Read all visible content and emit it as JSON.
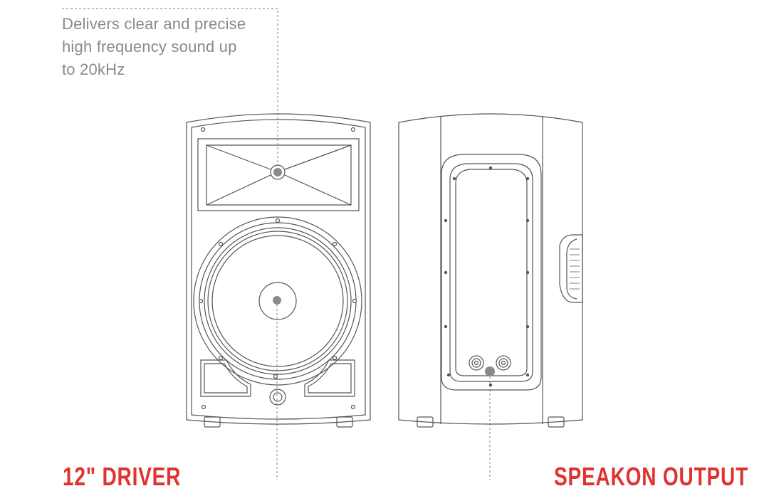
{
  "callout_top": {
    "lines": [
      "Delivers clear and precise",
      "high frequency sound up",
      "to 20kHz"
    ]
  },
  "labels": {
    "driver": "12\" DRIVER",
    "speakon": "SPEAKON OUTPUT"
  },
  "colors": {
    "label": "#e0322f",
    "text": "#8a8a8a",
    "line": "#555555",
    "dot": "#8a8a8a"
  }
}
